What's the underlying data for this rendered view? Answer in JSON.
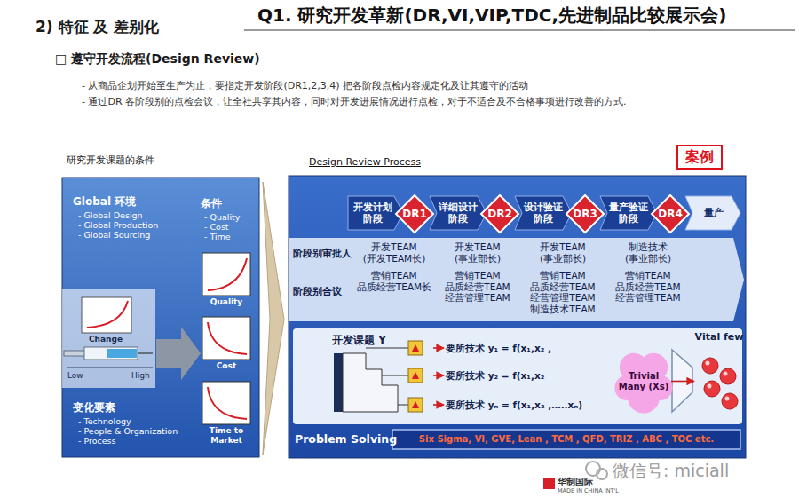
{
  "diagram": {
    "title": "Q1. 研究开发革新(DR,VI,VIP,TDC,先进制品比较展示会)",
    "nodes": [
      {
        "text": [
          "研究开发课题的条件"
        ]
      },
      {
        "text": [
          "Design Review Process"
        ]
      },
      {
        "text": [
          "开发计划 阶段"
        ],
        "in": 1
      },
      {
        "text": [
          "DR1"
        ],
        "in": 1
      },
      {
        "text": [
          "详细设计 阶段"
        ],
        "in": 1
      },
      {
        "text": [
          "DR2"
        ],
        "in": 1
      },
      {
        "text": [
          "设计验证 阶段"
        ],
        "in": 1
      },
      {
        "text": [
          "DR3"
        ],
        "in": 1
      },
      {
        "text": [
          "量产验证 阶段"
        ],
        "in": 1
      },
      {
        "text": [
          "DR4"
        ],
        "in": 1
      },
      {
        "text": [
          "量产"
        ],
        "in": 1
      },
      {
        "text": [
          "开发课题 Y"
        ],
        "in": 1
      },
      {
        "text": [
          "要所技术 y₁ = f(x₁,x₂ ,"
        ],
        "in": 1
      },
      {
        "text": [
          "要所技术 y₂ = f(x₁,x₂"
        ],
        "in": 1
      },
      {
        "text": [
          "要所技术 yₙ = f(x₁,x₂ ,…..xₙ)"
        ],
        "in": 1
      },
      {
        "text": [
          "Trivial Many (Xs)"
        ],
        "in": 1
      },
      {
        "text": [
          "Vital few"
        ],
        "in": 1
      },
      {
        "text": [
          "Six Sigma, VI, GVE, Lean , TCM , QFD, TRIZ , ABC , TOC etc."
        ],
        "in": 1
      },
      {
        "text": [
          "案例"
        ]
      }
    ],
    "edges": [
      {
        "from": 11,
        "to": 12,
        "arrow": "to"
      },
      {
        "from": 11,
        "to": 13,
        "arrow": "to"
      },
      {
        "from": 11,
        "to": 14,
        "arrow": "to"
      },
      {
        "from": 15,
        "to": 16,
        "arrow": "to"
      }
    ],
    "labels": [
      "2) 特征 及 差别化",
      "□ 遵守开发流程(Design Review)",
      "- 从商品企划开始至生产为止，要指定开发阶段(DR1,2,3,4) 把各阶段点检内容规定化及让其遵守的活动",
      "- 通过DR 各阶段别的点检会议，让全社共享其内容，同时对开发进展情况进行点检，对于不适合及不合格事项进行改善的方式.",
      "Global 环境",
      "- Global Design",
      "- Global Production",
      "- Global Sourcing",
      "条件",
      "- Quality",
      "- Cost",
      "- Time",
      "Change",
      "Low",
      "High",
      "Quality",
      "Cost",
      "Time to Market",
      "变化要素",
      "- Technology",
      "- People & Organization",
      "- Process",
      "阶段别审批人",
      "开发TEAM (开发TEAM长)",
      "开发TEAM (事业部长)",
      "开发TEAM (事业部长)",
      "制造技术 (事业部长)",
      "阶段别合议",
      "营销TEAM 品质经营TEAM长",
      "营销TEAM 品质经营TEAM 经营管理TEAM",
      "营销TEAM 品质经营TEAM 经营管理TEAM 制造技术TEAM",
      "营销TEAM 品质经营TEAM 经营管理TEAM",
      "Problem Solving",
      "微信号: miciall",
      "华制国际",
      "MADE IN CHINA INT'L"
    ]
  }
}
